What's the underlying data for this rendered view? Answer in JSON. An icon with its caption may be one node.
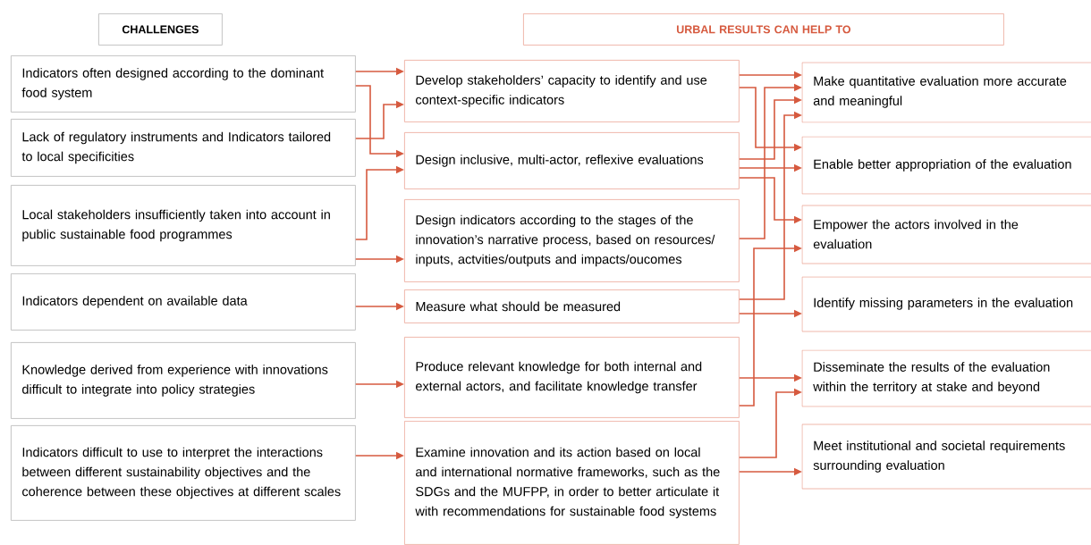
{
  "diagram": {
    "nodes": [
      {
        "text": [
          "CHALLENGES"
        ]
      },
      {
        "text": [
          "URBAL RESULTS CAN HELP TO"
        ]
      },
      {
        "text": [
          "Indicators often designed according to the dominant food system"
        ]
      },
      {
        "text": [
          "Lack of regulatory instruments and Indicators tailored to local specificities"
        ]
      },
      {
        "text": [
          "Local stakeholders insufficiently taken into account in public sustainable food programmes"
        ]
      },
      {
        "text": [
          "Indicators dependent on available data"
        ]
      },
      {
        "text": [
          "Knowledge derived from experience with innovations difficult to integrate into policy strategies"
        ]
      },
      {
        "text": [
          "Indicators difficult to use to interpret the interactions between different sustainability objectives and the coherence between these objectives at different scales"
        ]
      },
      {
        "text": [
          "Develop stakeholders’ capacity to identify and use context-specific indicators"
        ]
      },
      {
        "text": [
          "Design inclusive, multi-actor, reflexive evaluations"
        ]
      },
      {
        "text": [
          "Design indicators according to the stages of the innovation’s narrative process, based on resources/ inputs, actvities/outputs and impacts/oucomes"
        ]
      },
      {
        "text": [
          "Measure what should be measured"
        ]
      },
      {
        "text": [
          "Produce relevant knowledge for both internal and external actors, and facilitate knowledge transfer"
        ]
      },
      {
        "text": [
          "Examine innovation and its action based on local and international normative frameworks, such as the SDGs and the MUFPP, in order to better articulate it with recommendations for sustainable food systems"
        ]
      },
      {
        "text": [
          "Make quantitative evaluation more accurate and meaningful"
        ]
      },
      {
        "text": [
          "Enable better appropriation of the evaluation"
        ]
      },
      {
        "text": [
          "Empower the actors involved in the evaluation"
        ]
      },
      {
        "text": [
          "Identify missing parameters in the evaluation"
        ]
      },
      {
        "text": [
          "Disseminate the results of the evaluation within the territory at stake and beyond"
        ]
      },
      {
        "text": [
          "Meet institutional and societal requirements surrounding evaluation"
        ]
      }
    ],
    "edges": [
      {
        "from": 2,
        "to": 8,
        "arrow": "to"
      },
      {
        "from": 2,
        "to": 9,
        "arrow": "to"
      },
      {
        "from": 3,
        "to": 8,
        "arrow": "to"
      },
      {
        "from": 4,
        "to": 9,
        "arrow": "to"
      },
      {
        "from": 4,
        "to": 10,
        "arrow": "to"
      },
      {
        "from": 5,
        "to": 11,
        "arrow": "to"
      },
      {
        "from": 6,
        "to": 12,
        "arrow": "to"
      },
      {
        "from": 7,
        "to": 13,
        "arrow": "to"
      },
      {
        "from": 8,
        "to": 14,
        "arrow": "to"
      },
      {
        "from": 8,
        "to": 15,
        "arrow": "to"
      },
      {
        "from": 9,
        "to": 14,
        "arrow": "to"
      },
      {
        "from": 9,
        "to": 15,
        "arrow": "to"
      },
      {
        "from": 9,
        "to": 16,
        "arrow": "to"
      },
      {
        "from": 10,
        "to": 14,
        "arrow": "to"
      },
      {
        "from": 12,
        "to": 16,
        "arrow": "to"
      },
      {
        "from": 11,
        "to": 14,
        "arrow": "to"
      },
      {
        "from": 11,
        "to": 17,
        "arrow": "to"
      },
      {
        "from": 12,
        "to": 18,
        "arrow": "to"
      },
      {
        "from": 13,
        "to": 18,
        "arrow": "to"
      },
      {
        "from": 13,
        "to": 19,
        "arrow": "to"
      }
    ]
  }
}
